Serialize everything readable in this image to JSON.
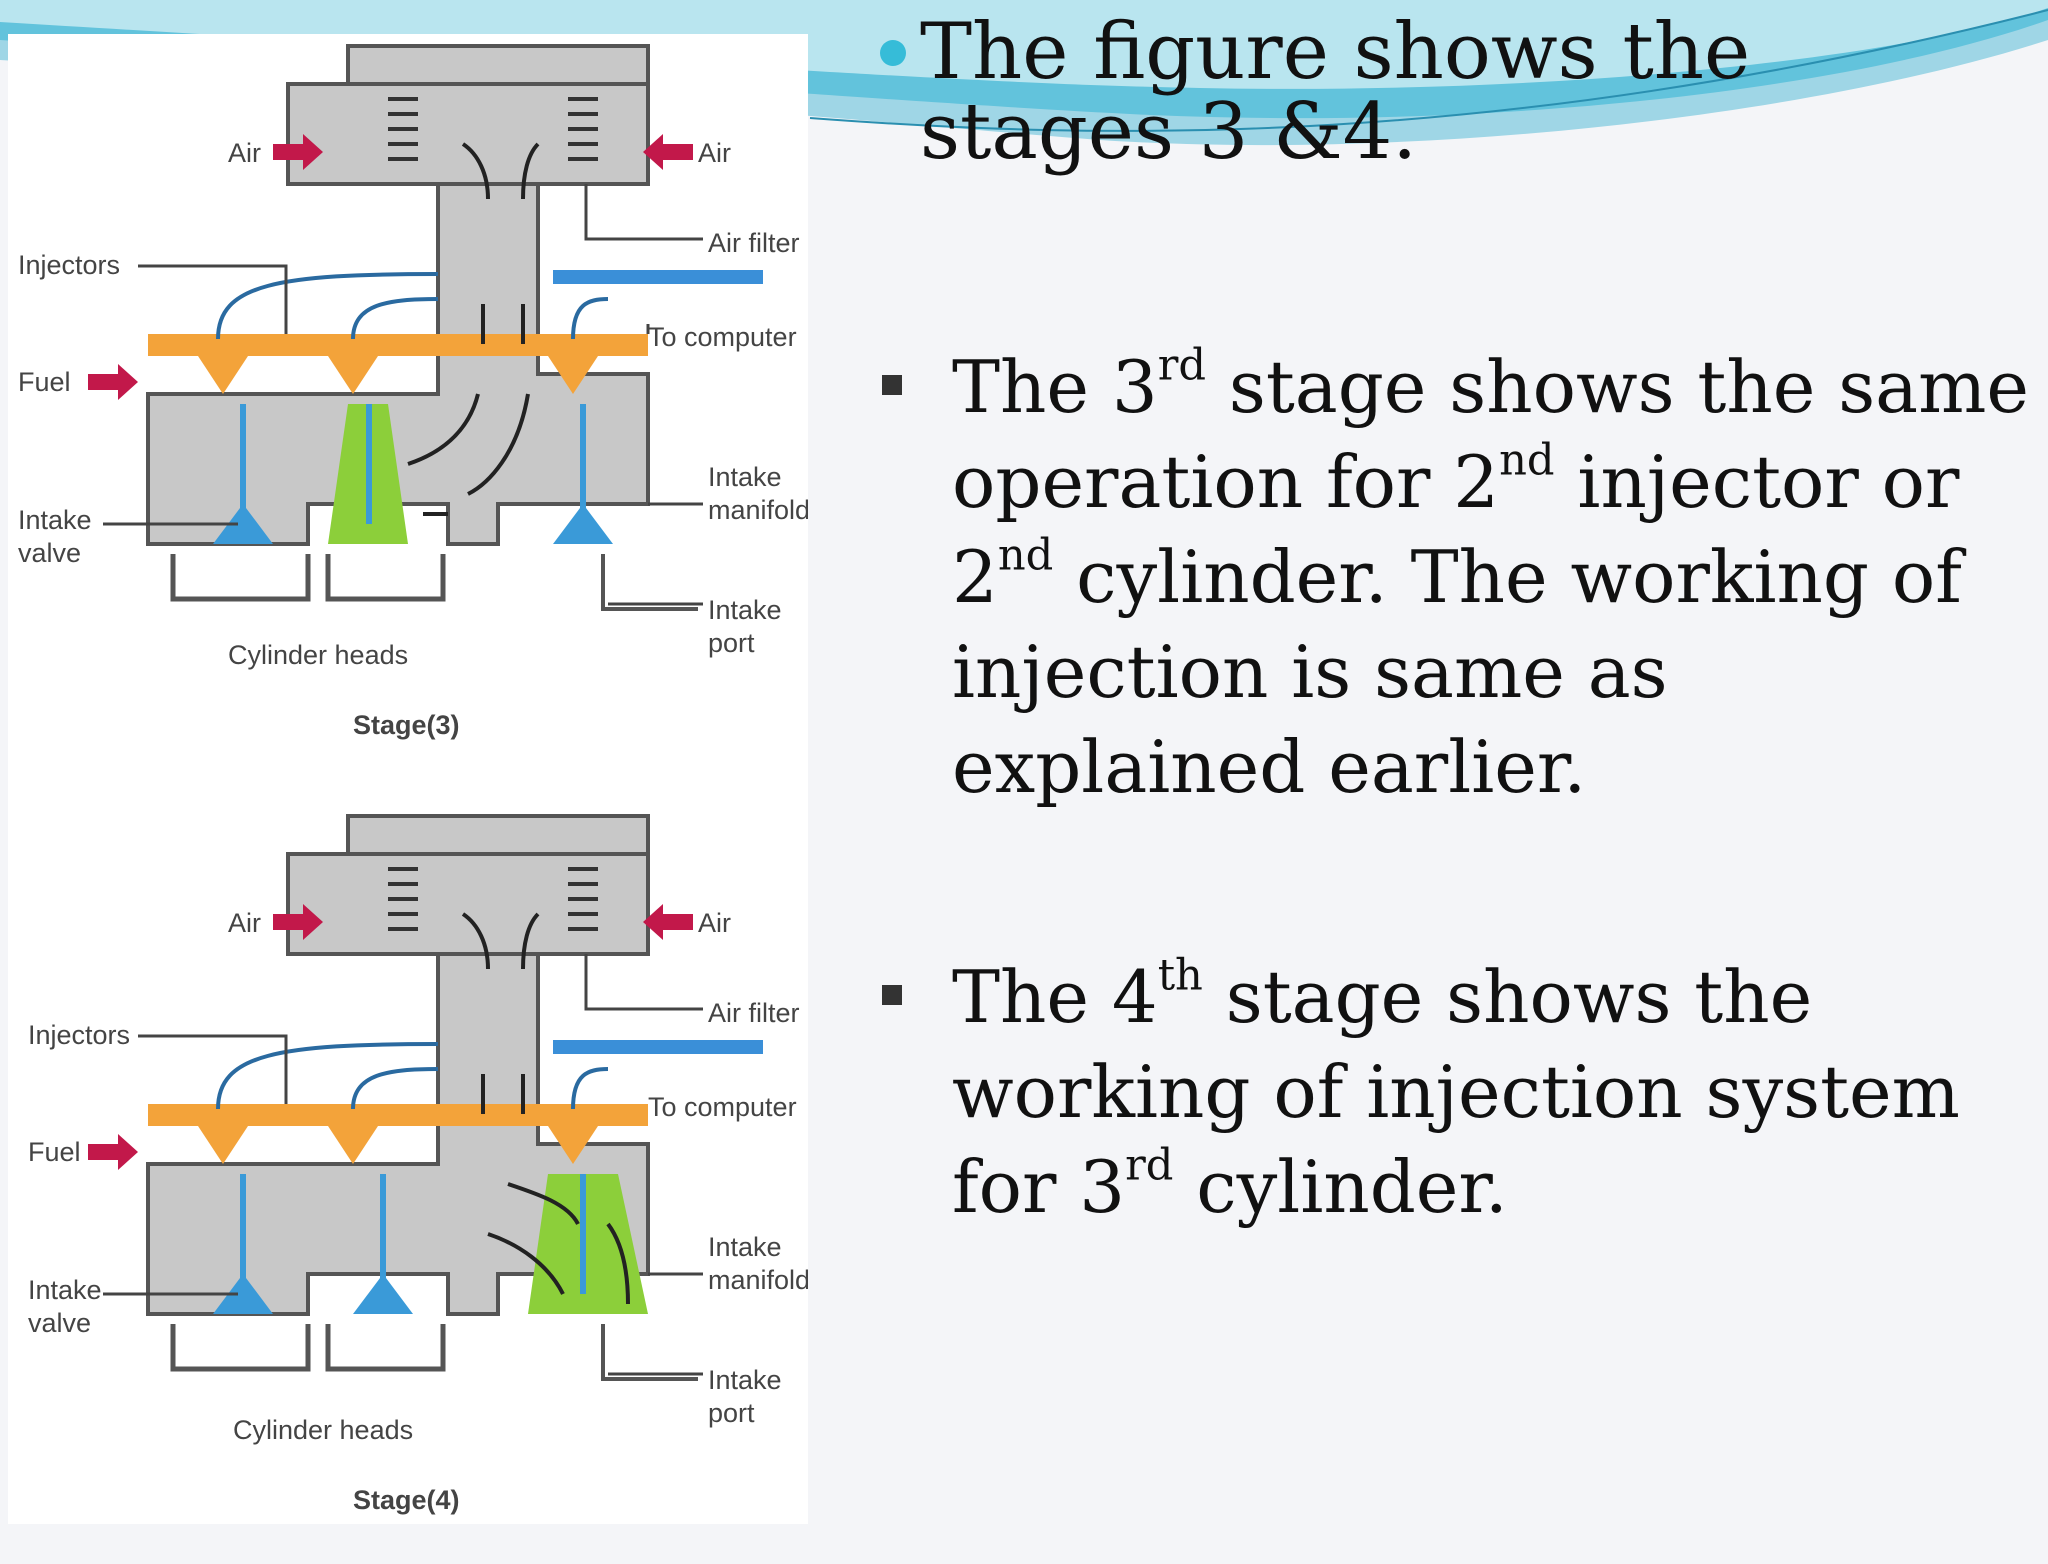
{
  "diagram": {
    "labels": {
      "air": "Air",
      "injectors": "Injectors",
      "air_filter": "Air filter",
      "to_computer": "To computer",
      "fuel": "Fuel",
      "intake_manifold_1": "Intake",
      "intake_manifold_2": "manifold",
      "intake_valve_1": "Intake",
      "intake_valve_2": "valve",
      "intake_port_1": "Intake",
      "intake_port_2": "port",
      "cylinder_heads": "Cylinder heads"
    },
    "stage3_caption": "Stage(3)",
    "stage4_caption": "Stage(4)"
  },
  "intro": {
    "text": "The figure shows the stages 3 &4."
  },
  "bullets": [
    {
      "p1": "The 3",
      "sup1": "rd",
      "p2": " stage shows the same operation for 2",
      "sup2": "nd",
      "p3": " injector or 2",
      "sup3": "nd",
      "p4": " cylinder. The working of injection is same as explained earlier."
    },
    {
      "p1": "The 4",
      "sup1": "th",
      "p2": " stage shows the working of injection system for 3",
      "sup2": "rd",
      "p3": " cylinder."
    }
  ],
  "colors": {
    "accent": "#36bcd8",
    "fuel": "#f3a33a",
    "valve": "#3a9ad8",
    "active": "#8ccf3a",
    "housing": "#c8c8c8",
    "arrow_air": "#c2184a"
  }
}
